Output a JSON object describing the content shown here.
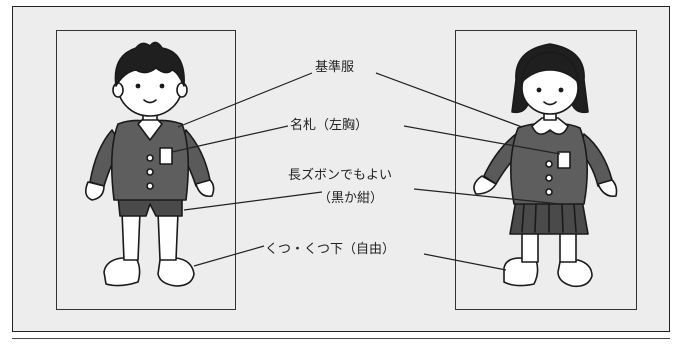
{
  "labels": {
    "uniform": "基準服",
    "name_tag": "名札（左胸）",
    "long_pants": "長ズボンでもよい",
    "pants_color": "（黒か紺）",
    "shoes_socks": "くつ・くつ下（自由）"
  }
}
